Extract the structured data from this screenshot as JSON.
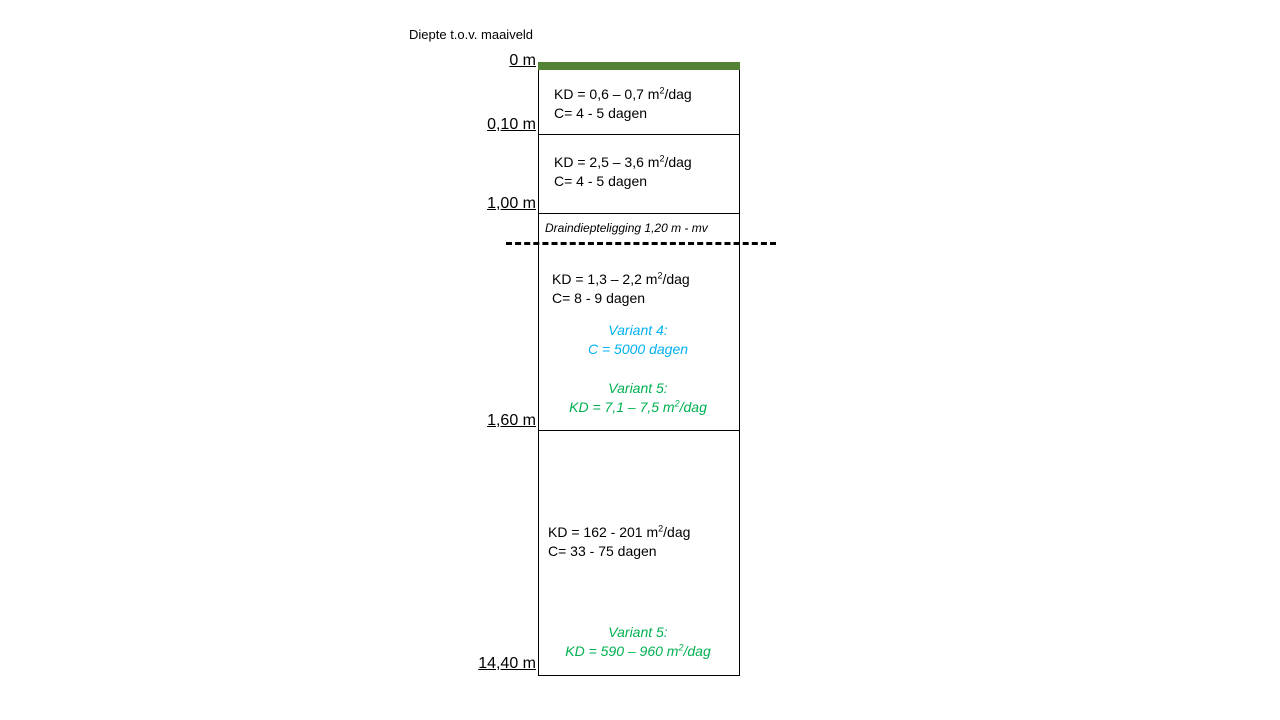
{
  "title": "Diepte t.o.v. maaiveld",
  "depths": [
    "0 m",
    "0,10 m",
    "1,00 m",
    "1,60 m",
    "14,40 m"
  ],
  "drain_label": "Draindiepteligging 1,20 m - mv",
  "unit_sup": "2",
  "layers": [
    {
      "kd": "KD = 0,6 – 0,7 m",
      "kd_unit": "/dag",
      "c": "C= 4 - 5 dagen"
    },
    {
      "kd": "KD = 2,5 – 3,6 m",
      "kd_unit": "/dag",
      "c": "C= 4 - 5 dagen"
    },
    {
      "kd": "KD = 1,3 – 2,2 m",
      "kd_unit": "/dag",
      "c": "C= 8 - 9 dagen"
    },
    {
      "kd": "KD = 162  - 201 m",
      "kd_unit": "/dag",
      "c": "C= 33 - 75 dagen"
    }
  ],
  "variants": {
    "v4_title": "Variant 4:",
    "v4_value": "C = 5000 dagen",
    "v5a_title": "Variant 5:",
    "v5a_value": "KD =  7,1 – 7,5 m",
    "v5a_unit": "/dag",
    "v5b_title": "Variant 5:",
    "v5b_value": "KD =  590 – 960 m",
    "v5b_unit": "/dag"
  },
  "colors": {
    "grass": "#538135",
    "variant4": "#00B0F0",
    "variant5": "#00B050"
  }
}
